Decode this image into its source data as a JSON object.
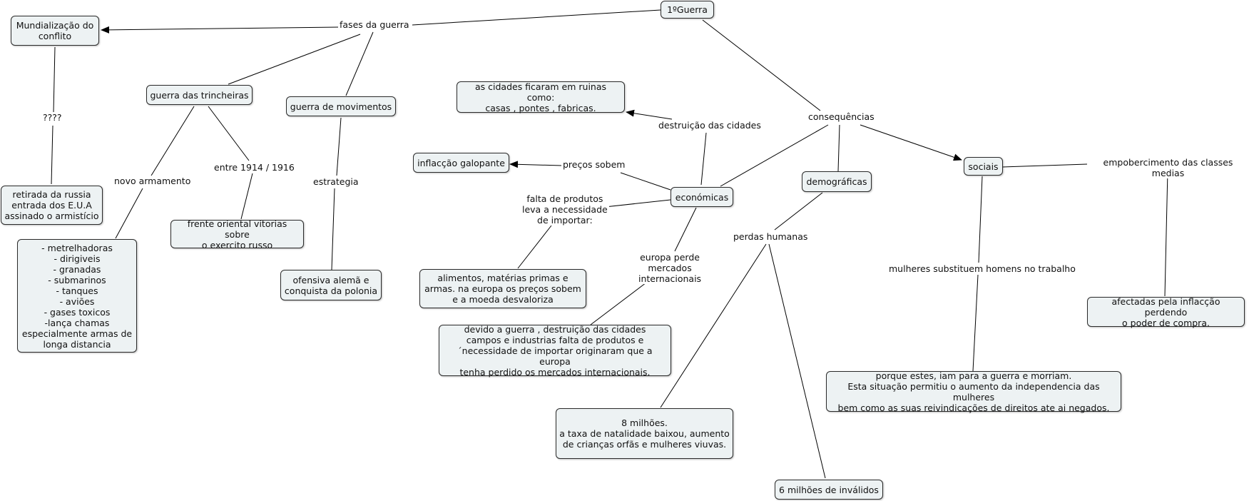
{
  "nodes": {
    "guerra": "1ºGuerra",
    "mundializacao": "Mundialização do\nconflito",
    "retirada": "retirada da russia\nentrada dos E.U.A\nassinado o armistício",
    "trincheiras": "guerra das trincheiras",
    "armamento_list": "- metrelhadoras\n- dirigiveis\n- granadas\n- submarinos\n- tanques\n- aviões\n- gases toxicos\n-lança chamas\nespecialmente armas de\nlonga distancia",
    "frente_oriental": "frente oriental vitorias sobre\no exercito russo",
    "movimentos": "guerra de movimentos",
    "ofensiva": "ofensiva alemã e\nconquista da polonia",
    "cidades_ruinas": "as cidades ficaram em ruinas como:\ncasas , pontes , fabricas.",
    "inflaccao": "inflacção galopante",
    "economicas": "económicas",
    "alimentos": "alimentos, matérias primas e\narmas. na europa os preços sobem\ne a moeda desvaloriza",
    "devido_guerra": "devido a guerra , destruição das cidades\ncampos e industrias falta de produtos e\n´necessidade de importar originaram que a europa\ntenha perdido os mercados internacionais.",
    "demograficas": "demográficas",
    "oito_milhoes": "8 milhões.\na taxa de natalidade baixou, aumento\nde crianças orfãs e mulheres viuvas.",
    "seis_milhoes": "6 milhões de inválidos",
    "sociais": "sociais",
    "porque_estes": "porque estes, iam para a guerra e morriam.\nEsta situação permitiu o aumento da independencia das mulheres\nbem como as suas reivindicações de direitos ate ai negados.",
    "afectadas": "afectadas pela inflacção perdendo\no poder de compra."
  },
  "labels": {
    "fases": "fases da guerra",
    "interrogacao": "????",
    "novo_armamento": "novo armamento",
    "entre": "entre 1914 / 1916",
    "estrategia": "estrategia",
    "destruicao": "destruição das cidades",
    "precos": "preços sobem",
    "falta": "falta de produtos\nleva a necessidade\nde importar:",
    "europa_perde": "europa perde\nmercados\ninternacionais",
    "consequencias": "consequências",
    "perdas": "perdas humanas",
    "mulheres": "mulheres substituem homens no trabalho",
    "empobrecimento": "empobercimento das classes medias"
  }
}
